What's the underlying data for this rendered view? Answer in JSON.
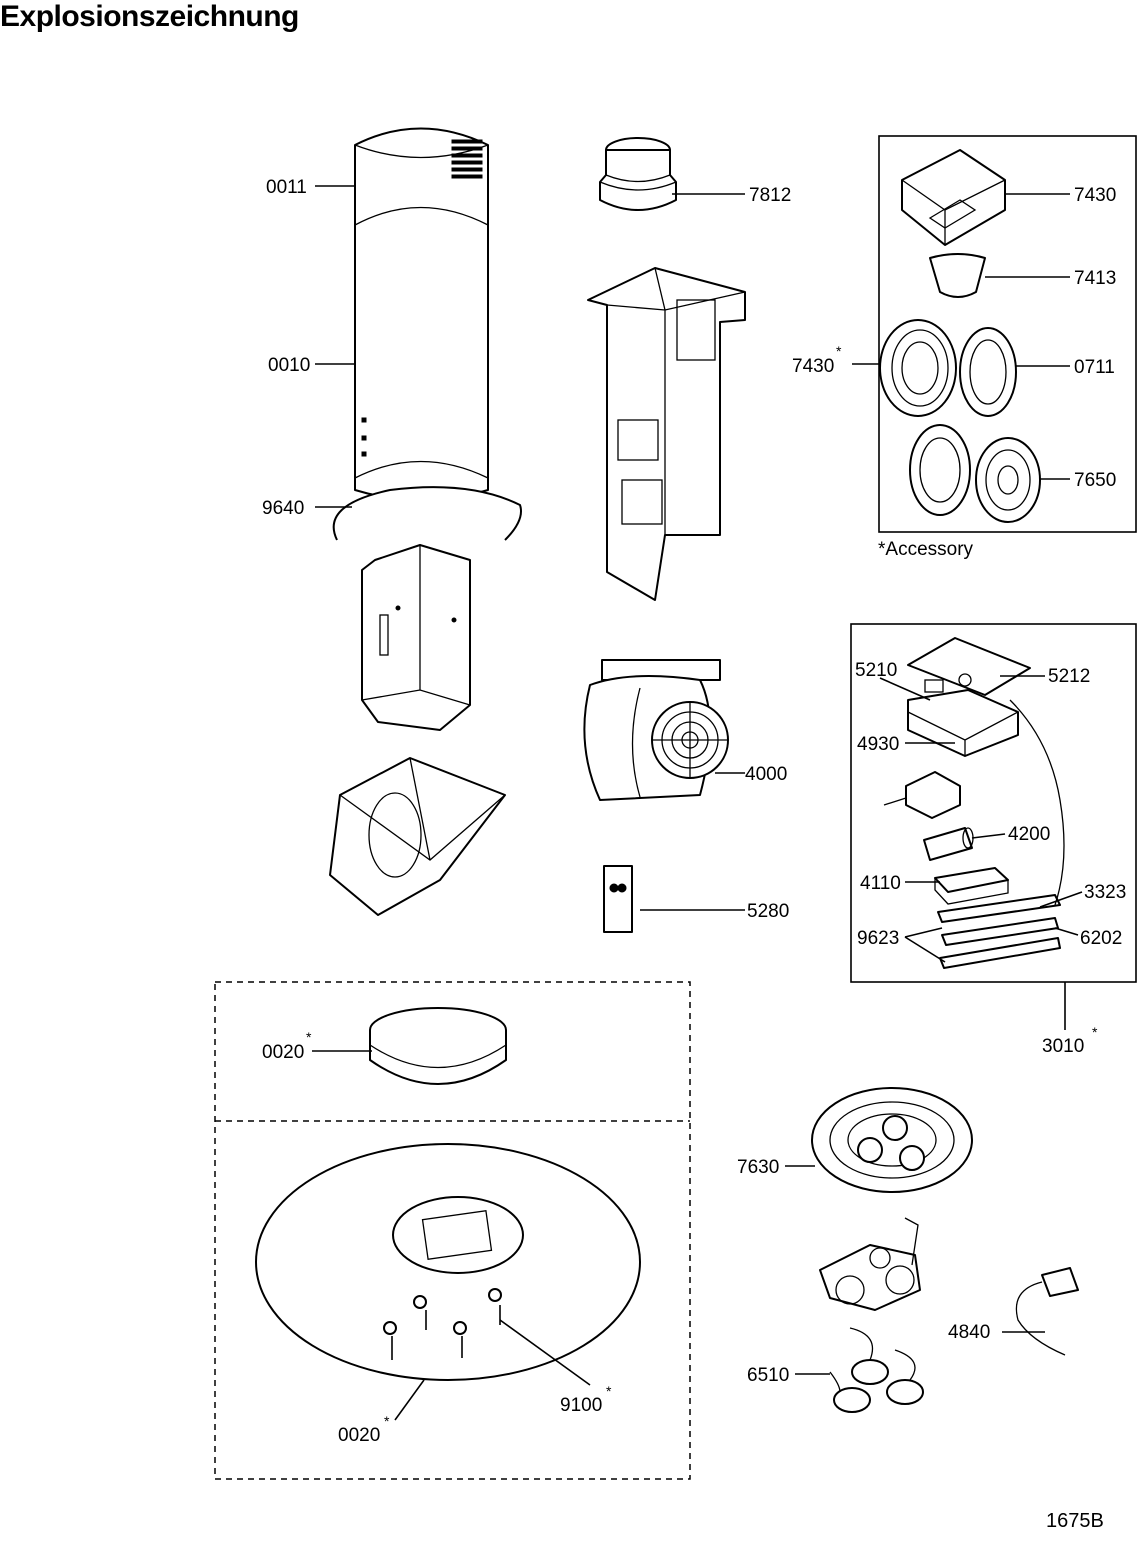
{
  "title": "Explosionszeichnung",
  "document_code": "1675B",
  "accessory_note": "*Accessory",
  "labels": {
    "p0011": "0011",
    "p0010": "0010",
    "p9640": "9640",
    "p7812": "7812",
    "p7430a": "7430",
    "p7413": "7413",
    "p7430b": "7430",
    "p0711": "0711",
    "p7650": "7650",
    "p5210": "5210",
    "p5212": "5212",
    "p4930": "4930",
    "p4000": "4000",
    "p4200": "4200",
    "p4110": "4110",
    "p3323": "3323",
    "p9623": "9623",
    "p6202": "6202",
    "p5280": "5280",
    "p3010": "3010",
    "p0020a": "0020",
    "p7630": "7630",
    "p4840": "4840",
    "p6510": "6510",
    "p9100": "9100",
    "p0020b": "0020"
  },
  "asterisk": "*"
}
